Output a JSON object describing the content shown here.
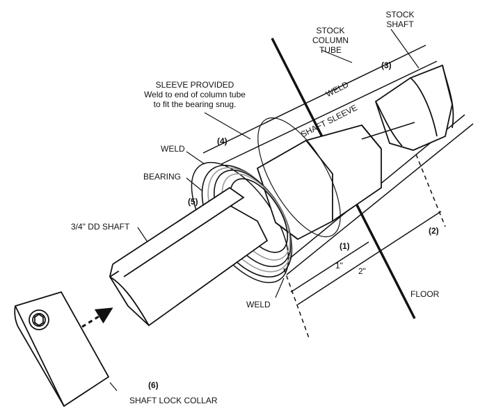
{
  "labels": {
    "stock_shaft_line1": "STOCK",
    "stock_shaft_line2": "SHAFT",
    "stock_column_line1": "STOCK",
    "stock_column_line2": "COLUMN",
    "stock_column_line3": "TUBE",
    "sleeve_title": "SLEEVE PROVIDED",
    "sleeve_note_line1": "Weld to end of column tube",
    "sleeve_note_line2": "to fit the bearing snug.",
    "weld_upper_left": "WELD",
    "weld_diagonal": "WELD",
    "shaft_sleeve": "SHAFT SLEEVE",
    "bearing": "BEARING",
    "dd_shaft": "3/4\" DD SHAFT",
    "weld_bottom": "WELD",
    "floor": "FLOOR",
    "dim_1in": "1\"",
    "dim_2in": "2\"",
    "shaft_lock_collar": "SHAFT LOCK COLLAR"
  },
  "callouts": {
    "n1": "(1)",
    "n2": "(2)",
    "n3": "(3)",
    "n4": "(4)",
    "n5": "(5)",
    "n6": "(6)"
  },
  "colors": {
    "ink": "#111111",
    "hatch": "#9a9a9a",
    "paper": "#ffffff"
  }
}
